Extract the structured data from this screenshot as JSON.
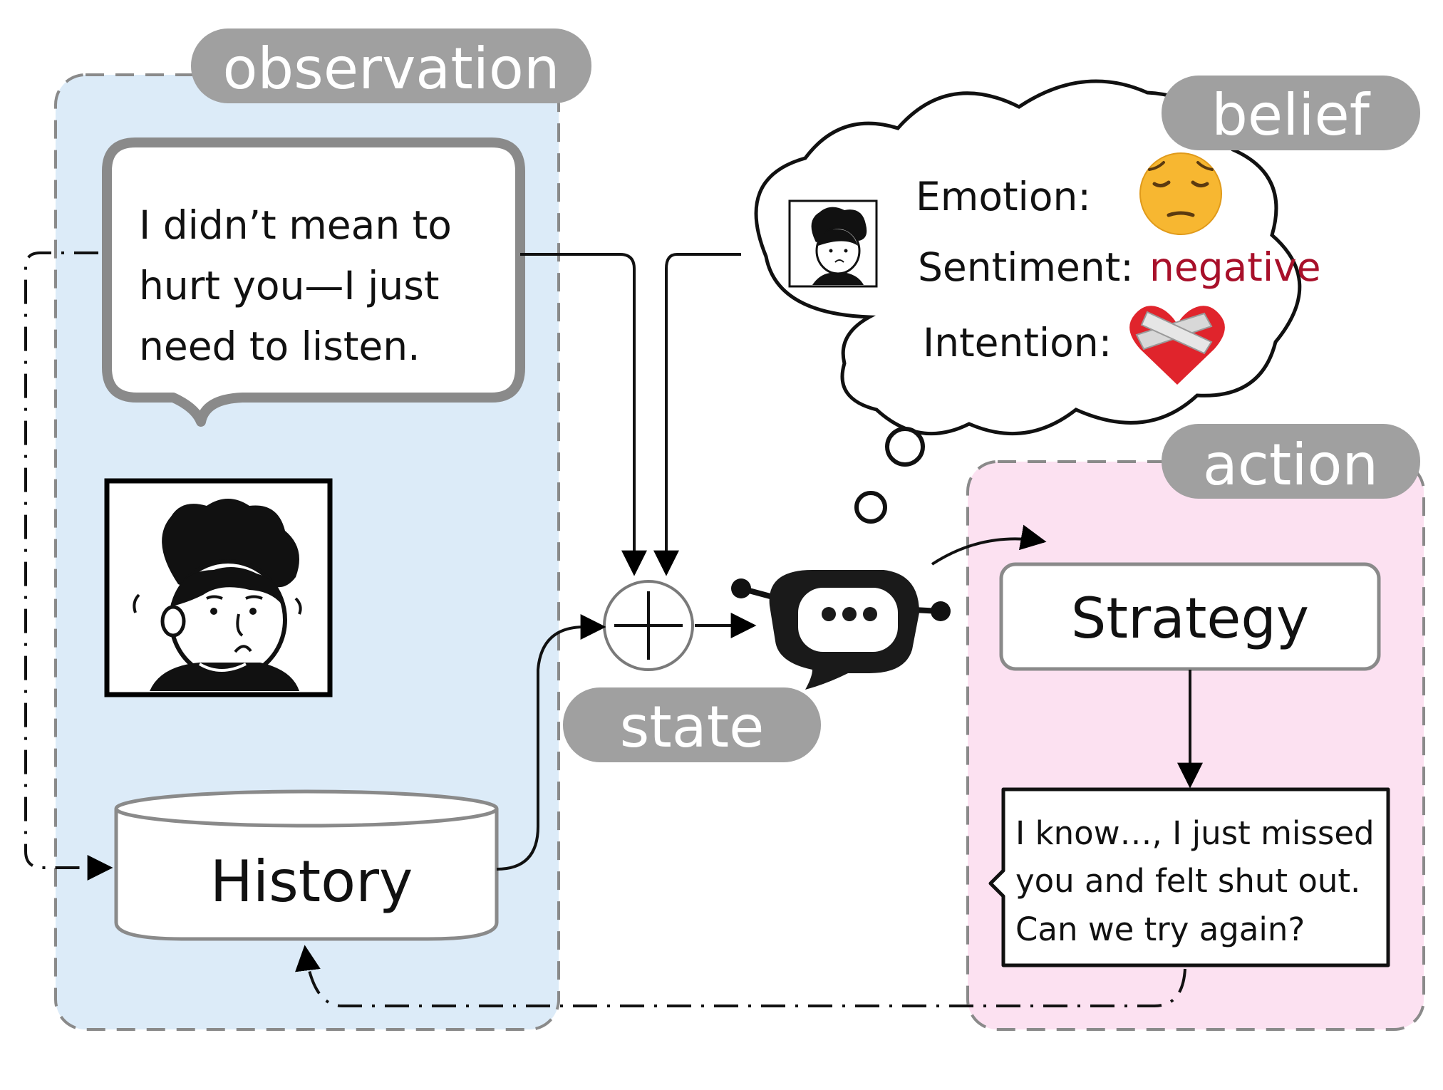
{
  "labels": {
    "observation": "observation",
    "belief": "belief",
    "action": "action",
    "state": "state"
  },
  "observation": {
    "speech_lines": [
      "I didn’t mean to",
      "hurt you—I just",
      "need to listen."
    ],
    "history_label": "History"
  },
  "belief": {
    "emotion_label": "Emotion:",
    "emotion_icon": "pensive-face-emoji",
    "sentiment_label": "Sentiment:",
    "sentiment_value": "negative",
    "intention_label": "Intention:",
    "intention_icon": "mending-heart-emoji"
  },
  "action": {
    "strategy_label": "Strategy",
    "response_lines": [
      "I know…, I just missed",
      "you and felt shut out.",
      "Can we try again?"
    ]
  },
  "colors": {
    "observation_bg": "#dcebf8",
    "action_bg": "#fce1f1",
    "pill_gray": "#a0a0a0",
    "border_gray": "#8a8a8a",
    "sentiment_red": "#a8102a"
  }
}
